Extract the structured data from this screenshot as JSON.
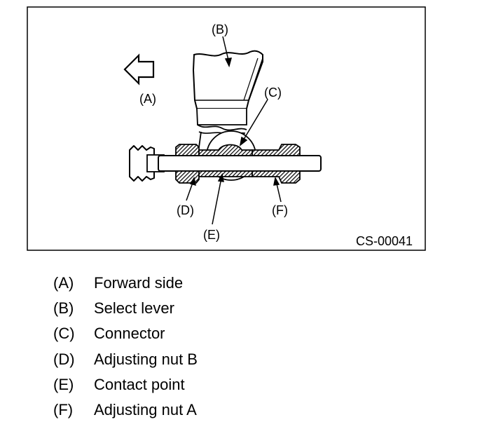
{
  "figure": {
    "id": "CS-00041",
    "callouts": {
      "A": "(A)",
      "B": "(B)",
      "C": "(C)",
      "D": "(D)",
      "E": "(E)",
      "F": "(F)"
    }
  },
  "legend": [
    {
      "code": "(A)",
      "text": "Forward side"
    },
    {
      "code": "(B)",
      "text": "Select lever"
    },
    {
      "code": "(C)",
      "text": "Connector"
    },
    {
      "code": "(D)",
      "text": "Adjusting nut B"
    },
    {
      "code": "(E)",
      "text": "Contact point"
    },
    {
      "code": "(F)",
      "text": "Adjusting nut A"
    }
  ]
}
